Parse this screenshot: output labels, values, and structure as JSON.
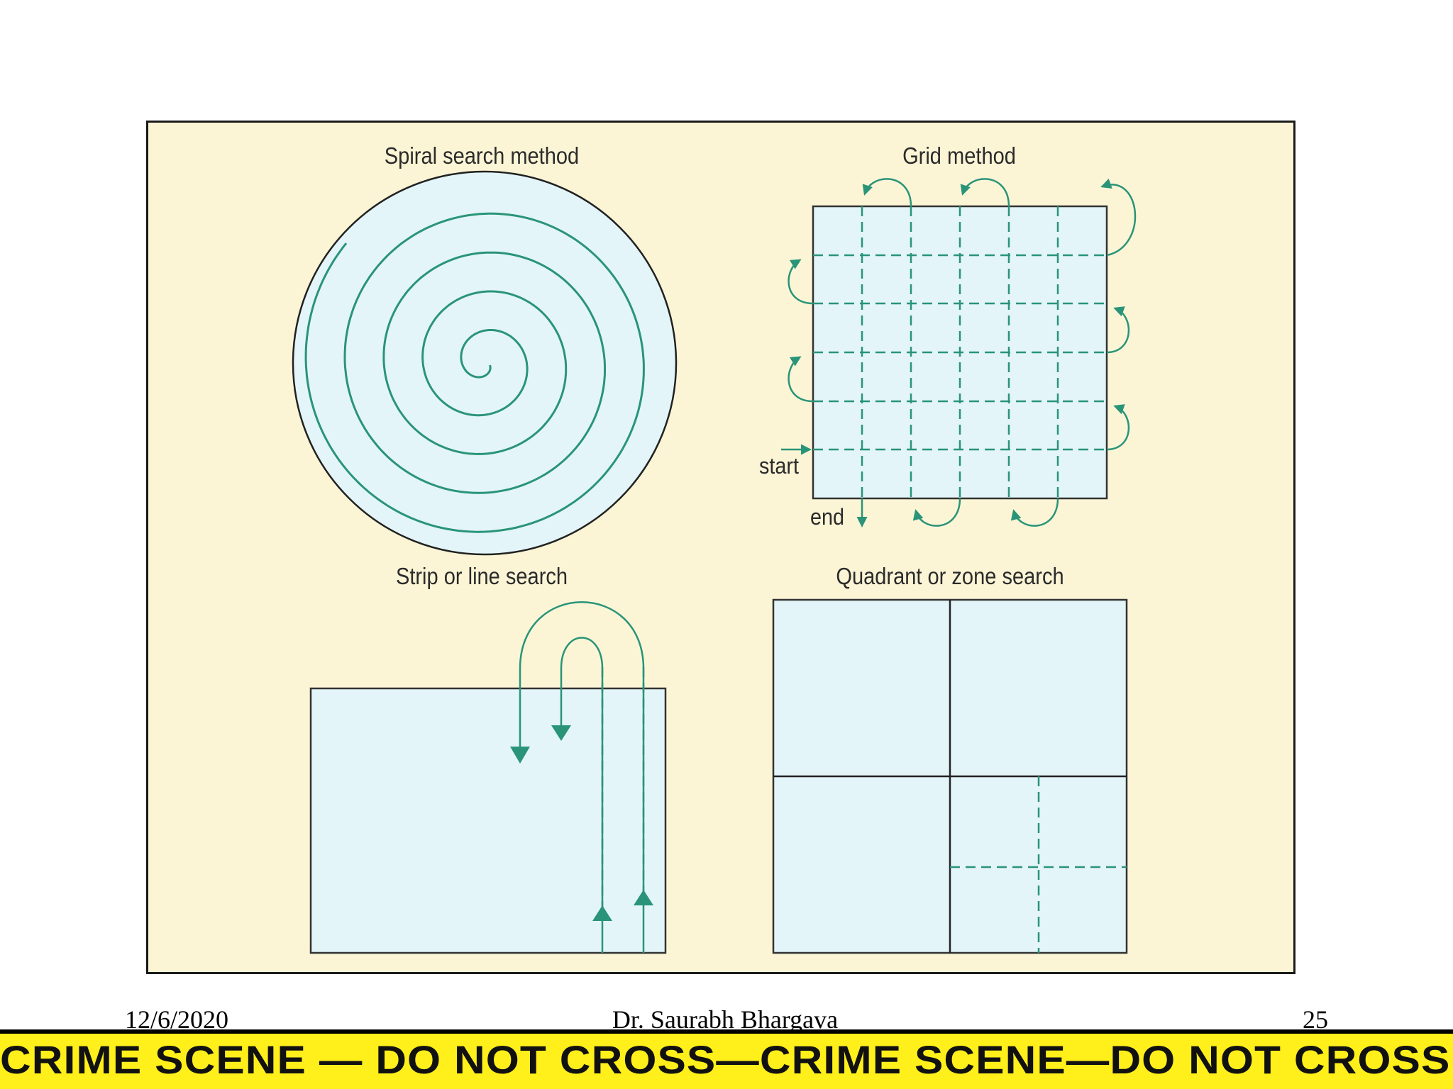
{
  "diagrams": {
    "spiral": {
      "title": "Spiral search method"
    },
    "grid": {
      "title": "Grid method",
      "start_label": "start",
      "end_label": "end"
    },
    "strip": {
      "title": "Strip or line search"
    },
    "quadrant": {
      "title": "Quadrant or zone search"
    }
  },
  "footer": {
    "date": "12/6/2020",
    "author": "Dr. Saurabh Bhargava",
    "page": "25"
  },
  "tape": {
    "text": "CRIME SCENE — DO NOT CROSS—CRIME SCENE—DO NOT CROSS"
  },
  "colors": {
    "panel_background": "#fbf5d6",
    "area_fill": "#e3f5f8",
    "path_green": "#2a9478",
    "outline": "#333333",
    "tape_yellow": "#ffef1a"
  }
}
